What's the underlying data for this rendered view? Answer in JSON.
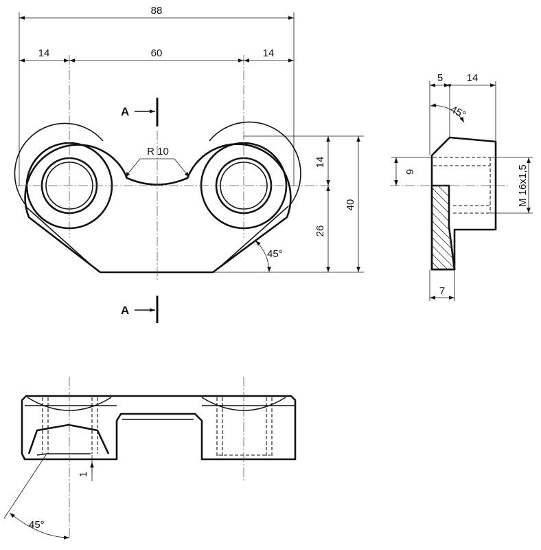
{
  "dimensions": {
    "overall_width": "88",
    "left_margin": "14",
    "center_distance": "60",
    "right_margin": "14",
    "radius": "R 10",
    "upper_height": "14",
    "lower_height": "26",
    "total_height": "40",
    "chamfer_angle_front": "45°",
    "side_width_top": "5",
    "side_width_main": "14",
    "side_chamfer": "45°",
    "thread_depth": "9",
    "thread_spec": "M 16x1,5",
    "side_bottom_width": "7",
    "bottom_offset": "1",
    "bottom_angle": "45°"
  },
  "section": {
    "label_top": "A",
    "label_bottom": "A"
  },
  "colors": {
    "line": "#111111",
    "background": "#ffffff"
  }
}
